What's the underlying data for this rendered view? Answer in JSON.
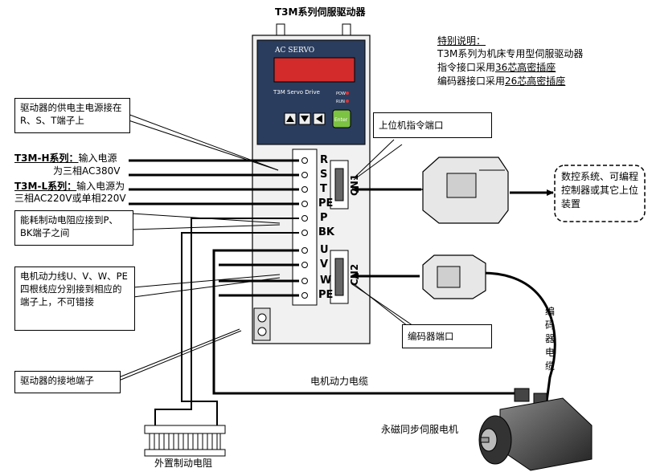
{
  "title": "T3M系列伺服驱动器",
  "note": {
    "heading": "特别说明：",
    "line1": "T3M系列为机床专用型伺服驱动器",
    "line2_prefix": "指令接口采用",
    "line2_link": "36芯高密插座",
    "line3_prefix": "编码器接口采用",
    "line3_link": "26芯高密插座"
  },
  "drive": {
    "brand": "AC SERVO",
    "model": "T3M Servo Drive",
    "led_pow": "POW",
    "led_run": "RUN",
    "btn_enter": "Enter",
    "cn1": "CN1",
    "cn2": "CN2"
  },
  "terminals": [
    "R",
    "S",
    "T",
    "PE",
    "P",
    "BK",
    "U",
    "V",
    "W",
    "PE"
  ],
  "callouts": {
    "power": "驱动器的供电主电源接在R、S、T端子上",
    "host_port": "上位机指令端口",
    "h_series_a": "T3M-H系列：",
    "h_series_b": "输入电源",
    "h_series_c": "为三相AC380V",
    "l_series_a": "T3M-L系列：",
    "l_series_b": "输入电源为",
    "l_series_c": "三相AC220V或单相220V",
    "brake": "能耗制动电阻应接到P、BK端子之间",
    "motor_lines": "电机动力线U、V、W、PE四根线应分别接到相应的端子上，不可错接",
    "ground": "驱动器的接地端子",
    "encoder_port": "编码器端口",
    "host_device": "数控系统、可编程控制器或其它上位装置",
    "encoder_cable": "编码器电缆",
    "motor_cable": "电机动力电缆",
    "motor": "永磁同步伺服电机",
    "resistor": "外置制动电阻"
  }
}
